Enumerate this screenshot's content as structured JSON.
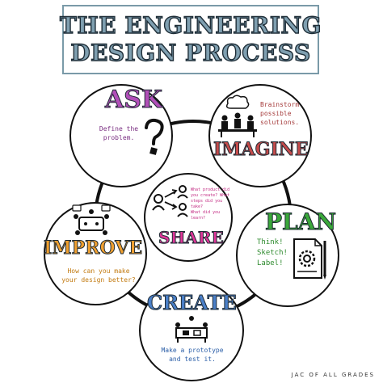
{
  "title": {
    "line1": "THE ENGINEERING",
    "line2": "DESIGN PROCESS"
  },
  "stages": {
    "ask": {
      "name": "ASK",
      "desc": "Define the\nproblem.",
      "color": "#b14fb8"
    },
    "imagine": {
      "name": "IMAGINE",
      "desc": "Brainstorm\npossible\nsolutions.",
      "color": "#c54b4b"
    },
    "plan": {
      "name": "PLAN",
      "desc": "Think!\nSketch!\nLabel!",
      "color": "#3aa83a"
    },
    "create": {
      "name": "CREATE",
      "desc": "Make a prototype\nand test it.",
      "color": "#4a7fc8"
    },
    "improve": {
      "name": "IMPROVE",
      "desc": "How can you make\nyour design better?",
      "color": "#f0a030"
    },
    "share": {
      "name": "SHARE",
      "desc": "What product did\nyou create? What\nsteps did you take?\nWhat did you learn?",
      "color": "#e0369a"
    }
  },
  "footer": "JAC OF ALL GRADES",
  "icons": [
    "question-mark-icon",
    "brainstorm-team-icon",
    "gear-blueprint-icon",
    "prototype-workbench-icon",
    "meeting-table-icon",
    "share-people-icon"
  ]
}
